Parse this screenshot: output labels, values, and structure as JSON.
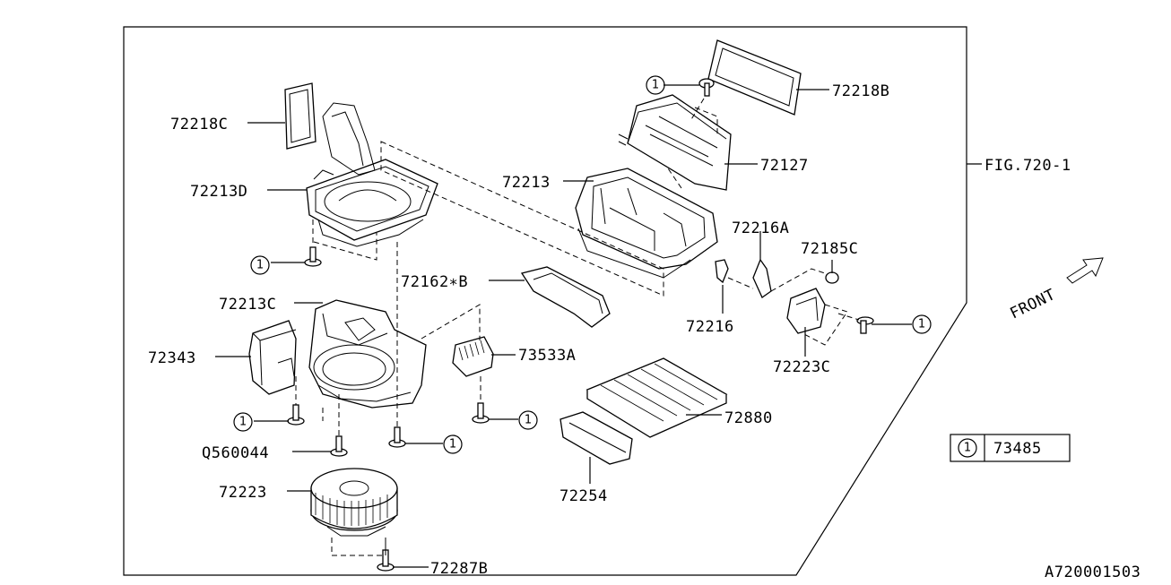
{
  "diagram": {
    "figure_ref": "FIG.720-1",
    "front_label": "FRONT",
    "drawing_id": "A720001503",
    "legend": {
      "circle_number": "1",
      "part_number": "73485"
    },
    "callouts": {
      "p72218C": "72218C",
      "p72213D": "72213D",
      "p72213C": "72213C",
      "p72343": "72343",
      "p72223": "72223",
      "p72287B": "72287B",
      "pQ560044": "Q560044",
      "p72162B": "72162∗B",
      "p73533A": "73533A",
      "p72213": "72213",
      "p72127": "72127",
      "p72218B": "72218B",
      "p72216A": "72216A",
      "p72216": "72216",
      "p72185C": "72185C",
      "p72223C": "72223C",
      "p72880": "72880",
      "p72254": "72254"
    },
    "circle_marker": "1"
  }
}
